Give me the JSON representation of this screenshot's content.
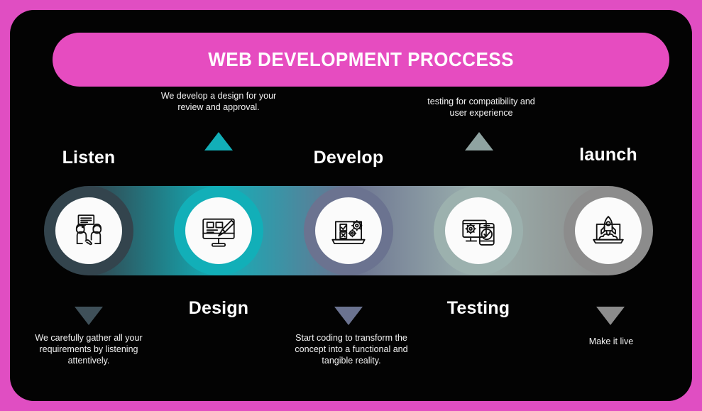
{
  "frame": {
    "background_color": "#e04ec2",
    "panel_color": "#030303"
  },
  "header": {
    "title": "WEB DEVELOPMENT PROCCESS",
    "pill_color": "#e64cc0",
    "title_color": "#ffffff"
  },
  "steps": [
    {
      "id": "listen",
      "title": "Listen",
      "title_position": "above",
      "description": "We carefully gather all your requirements by listening attentively.",
      "description_position": "below",
      "icon": "handshake-speech-icon",
      "ring_color": "#33444d",
      "marker_color": "#3f5059",
      "marker_direction": "down"
    },
    {
      "id": "design",
      "title": "Design",
      "title_position": "below",
      "description": "We develop a design for your review and approval.",
      "description_position": "above",
      "icon": "monitor-paintbrush-icon",
      "ring_color": "#12afb8",
      "marker_color": "#12afb8",
      "marker_direction": "up"
    },
    {
      "id": "develop",
      "title": "Develop",
      "title_position": "above",
      "description": "Start coding to transform the concept into a functional and tangible reality.",
      "description_position": "below",
      "icon": "laptop-checklist-gears-icon",
      "ring_color": "#6b7390",
      "marker_color": "#6b7390",
      "marker_direction": "down"
    },
    {
      "id": "testing",
      "title": "Testing",
      "title_position": "below",
      "description": "testing for compatibility and user experience",
      "description_position": "above",
      "icon": "monitor-phone-check-icon",
      "ring_color": "#9cb1ae",
      "marker_color": "#8fa3a1",
      "marker_direction": "up"
    },
    {
      "id": "launch",
      "title": "launch",
      "title_position": "above",
      "description": "Make it live",
      "description_position": "below",
      "icon": "rocket-laptop-icon",
      "ring_color": "#8c8c8c",
      "marker_color": "#8c8c8c",
      "marker_direction": "down"
    }
  ]
}
